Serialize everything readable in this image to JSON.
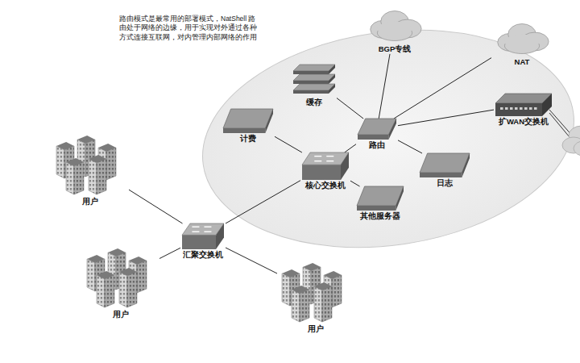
{
  "diagram": {
    "nodes": [
      {
        "text": [
          "BGP专线"
        ]
      },
      {
        "text": [
          "NAT"
        ]
      },
      {
        "text": [
          "缓存"
        ]
      },
      {
        "text": [
          "扩WAN交换机"
        ]
      },
      {
        "text": [
          "计费"
        ]
      },
      {
        "text": [
          "路由"
        ]
      },
      {
        "text": [
          "核心交换机"
        ]
      },
      {
        "text": [
          "日志"
        ]
      },
      {
        "text": [
          "用户"
        ]
      },
      {
        "text": [
          "其他服务器"
        ]
      },
      {
        "text": [
          "汇聚交换机"
        ]
      },
      {
        "text": [
          "用户"
        ]
      },
      {
        "text": [
          "用户"
        ]
      }
    ],
    "edges": [
      {
        "from": 5,
        "to": 0,
        "arrow": "none"
      },
      {
        "from": 5,
        "to": 1,
        "arrow": "none"
      },
      {
        "from": 5,
        "to": 3,
        "arrow": "none"
      },
      {
        "from": 2,
        "to": 5,
        "arrow": "none"
      },
      {
        "from": 4,
        "to": 6,
        "arrow": "none"
      },
      {
        "from": 6,
        "to": 5,
        "arrow": "none"
      },
      {
        "from": 5,
        "to": 7,
        "arrow": "none"
      },
      {
        "from": 6,
        "to": 9,
        "arrow": "none"
      },
      {
        "from": 6,
        "to": 10,
        "arrow": "none"
      },
      {
        "from": 10,
        "to": 8,
        "arrow": "none"
      },
      {
        "from": 10,
        "to": 11,
        "arrow": "none"
      },
      {
        "from": 10,
        "to": 12,
        "arrow": "none"
      }
    ],
    "labels": [
      "路由模式是最常用的部署模式，NatShell 路由处于网络的边缘，用于实现对外通过各种方式连接互联网，对内管理内部网络的作用"
    ]
  }
}
